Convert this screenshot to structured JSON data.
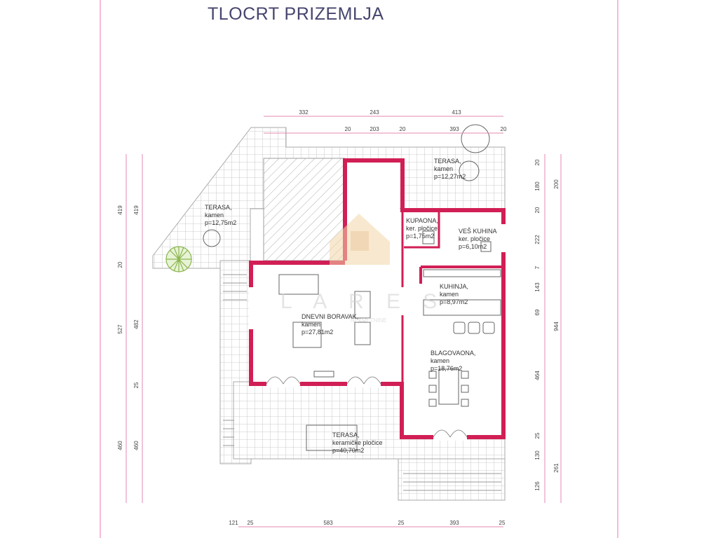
{
  "title": "TLOCRT PRIZEMLJA",
  "colors": {
    "wall": "#d11f55",
    "tile": "#bdbdbd",
    "dim": "#e38ab0",
    "title": "#46456e",
    "border": "#ee77b4"
  },
  "rooms": [
    {
      "name": "TERASA,",
      "material": "kamen",
      "area": "p=12,27m2"
    },
    {
      "name": "TERASA,",
      "material": "kamen",
      "area": "p=12,75m2"
    },
    {
      "name": "KUPAONA,",
      "material": "ker. pločice",
      "area": "p=1,75m2"
    },
    {
      "name": "VEŠ KUHINA",
      "material": "ker. pločice",
      "area": "p=6,10m2"
    },
    {
      "name": "KUHINJA,",
      "material": "kamen",
      "area": "p=8,97m2"
    },
    {
      "name": "DNEVNI BORAVAK,",
      "material": "kamen",
      "area": "p=27,81m2"
    },
    {
      "name": "BLAGOVAONA,",
      "material": "kamen",
      "area": "p=18,76m2"
    },
    {
      "name": "TERASA,",
      "material": "keramičke pločice",
      "area": "p=40,70m2"
    }
  ],
  "dims": {
    "top1": [
      "332",
      "243",
      "413"
    ],
    "top2": [
      "20",
      "203",
      "20",
      "393",
      "20"
    ],
    "bottom": [
      "121",
      "25",
      "583",
      "25",
      "393",
      "25"
    ],
    "left_outer": [
      "419",
      "20",
      "527",
      "460"
    ],
    "left_inner": [
      "419",
      "482",
      "25",
      "460"
    ],
    "right_inner": [
      "20",
      "180",
      "20",
      "222",
      "7",
      "143",
      "69",
      "464",
      "25",
      "130",
      "126"
    ],
    "right_outer": [
      "200",
      "944",
      "261"
    ]
  },
  "watermark": {
    "letters": [
      "L",
      "A",
      "R",
      "E",
      "S"
    ],
    "tagline": "NEKRETNINE"
  }
}
